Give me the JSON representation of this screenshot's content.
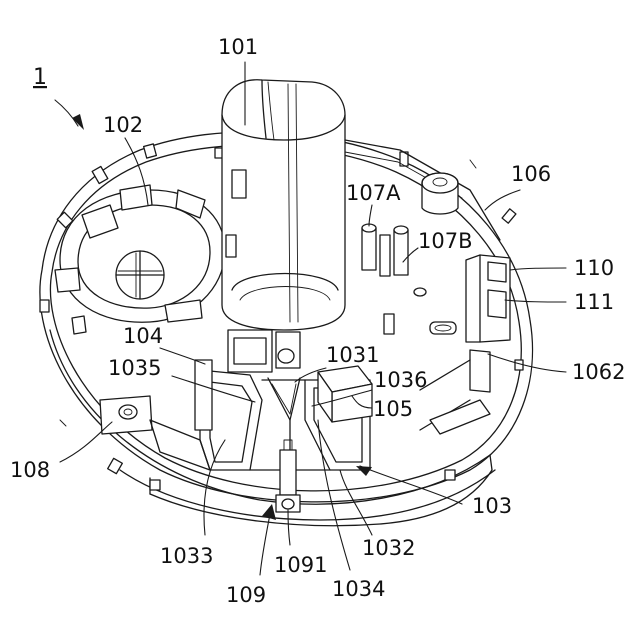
{
  "figure": {
    "ref_main": "1",
    "labels": {
      "l101": "101",
      "l102": "102",
      "l103": "103",
      "l104": "104",
      "l105": "105",
      "l106": "106",
      "l107a": "107A",
      "l107b": "107B",
      "l108": "108",
      "l109": "109",
      "l110": "110",
      "l111": "111",
      "l1031": "1031",
      "l1032": "1032",
      "l1033": "1033",
      "l1034": "1034",
      "l1035": "1035",
      "l1036": "1036",
      "l1062": "1062",
      "l1091": "1091"
    }
  },
  "colors": {
    "line": "#1a1a1a",
    "background": "#ffffff"
  }
}
